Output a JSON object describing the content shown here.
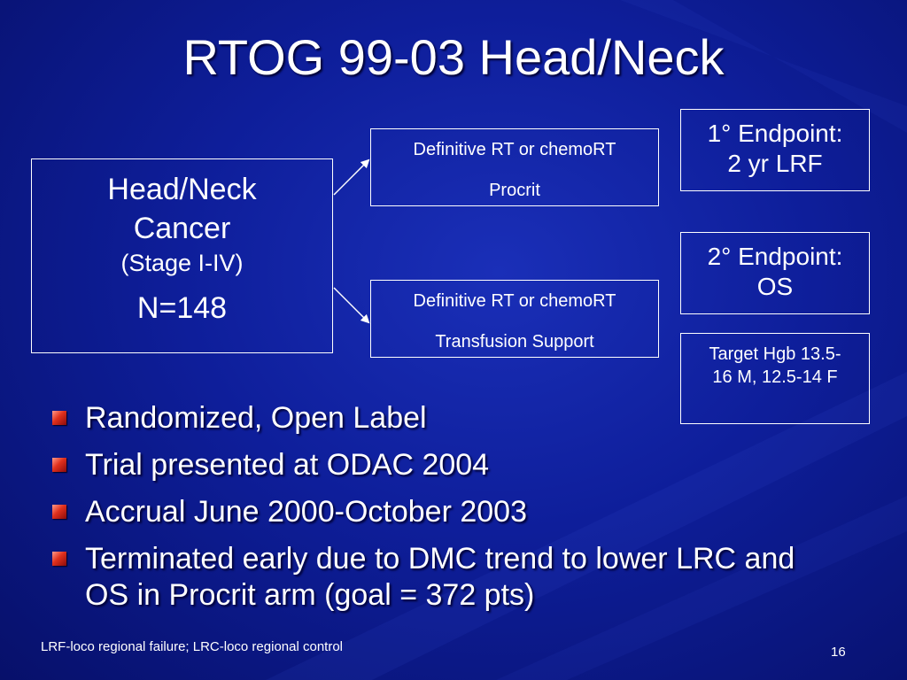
{
  "slide": {
    "title": "RTOG 99-03 Head/Neck",
    "population_box": {
      "line1": "Head/Neck",
      "line2": "Cancer",
      "line3": "(Stage I-IV)",
      "line4": "N=148"
    },
    "arms": [
      {
        "line1": "Definitive RT or chemoRT",
        "line2": "Procrit"
      },
      {
        "line1": "Definitive RT or chemoRT",
        "line2": "Transfusion Support"
      }
    ],
    "endpoints": [
      {
        "line1": "1° Endpoint:",
        "line2": "2 yr LRF"
      },
      {
        "line1": "2° Endpoint:",
        "line2": "OS"
      }
    ],
    "target_box": {
      "line1": "Target Hgb 13.5-",
      "line2": "16 M,  12.5-14 F"
    },
    "bullets": [
      "Randomized, Open Label",
      "Trial presented at ODAC 2004",
      "Accrual June 2000-October 2003",
      "Terminated early due to DMC trend to lower LRC and OS in Procrit arm (goal = 372 pts)"
    ],
    "footnote": "LRF-loco regional failure; LRC-loco regional control",
    "page_number": "16"
  },
  "colors": {
    "background": "#0e1e9a",
    "text": "#ffffff",
    "bullet": "#e0301c"
  }
}
